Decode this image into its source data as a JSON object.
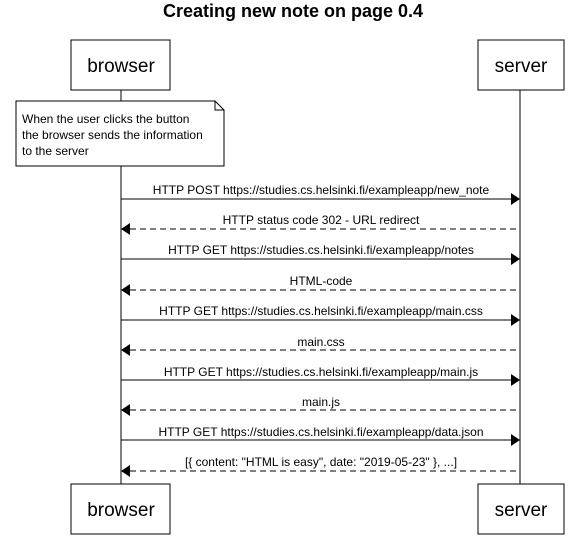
{
  "title": "Creating new note on page 0.4",
  "participants": {
    "left": "browser",
    "right": "server"
  },
  "note": {
    "lines": [
      "When the user clicks the button",
      "the browser sends the information",
      "to the server"
    ]
  },
  "messages": [
    {
      "text": "HTTP POST https://studies.cs.helsinki.fi/exampleapp/new_note",
      "direction": "to-server",
      "style": "solid"
    },
    {
      "text": "HTTP status code 302 - URL redirect",
      "direction": "to-browser",
      "style": "dashed"
    },
    {
      "text": "HTTP GET https://studies.cs.helsinki.fi/exampleapp/notes",
      "direction": "to-server",
      "style": "solid"
    },
    {
      "text": "HTML-code",
      "direction": "to-browser",
      "style": "dashed"
    },
    {
      "text": "HTTP GET https://studies.cs.helsinki.fi/exampleapp/main.css",
      "direction": "to-server",
      "style": "solid"
    },
    {
      "text": "main.css",
      "direction": "to-browser",
      "style": "dashed"
    },
    {
      "text": "HTTP GET https://studies.cs.helsinki.fi/exampleapp/main.js",
      "direction": "to-server",
      "style": "solid"
    },
    {
      "text": "main.js",
      "direction": "to-browser",
      "style": "dashed"
    },
    {
      "text": "HTTP GET https://studies.cs.helsinki.fi/exampleapp/data.json",
      "direction": "to-server",
      "style": "solid"
    },
    {
      "text": "[{ content: \"HTML is easy\", date: \"2019-05-23\" }, ...]",
      "direction": "to-browser",
      "style": "dashed"
    }
  ],
  "colors": {
    "line": "#000000",
    "background": "#ffffff"
  }
}
